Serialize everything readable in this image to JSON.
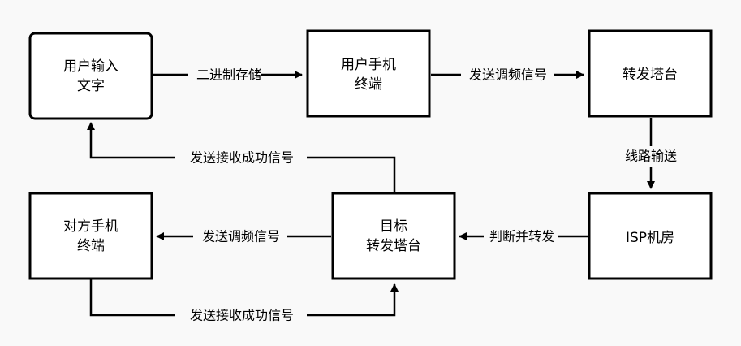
{
  "colors": {
    "background": "#f9f9f9",
    "stroke": "#000000",
    "fill": "#ffffff"
  },
  "nodes": {
    "user_input": {
      "lines": [
        "用户输入",
        "文字"
      ]
    },
    "user_phone": {
      "lines": [
        "用户手机",
        "终端"
      ]
    },
    "relay_tower": {
      "lines": [
        "转发塔台"
      ]
    },
    "isp": {
      "lines": [
        "ISP机房"
      ]
    },
    "target_tower": {
      "lines": [
        "目标",
        "转发塔台"
      ]
    },
    "peer_phone": {
      "lines": [
        "对方手机",
        "终端"
      ]
    }
  },
  "edges": {
    "binary_storage": "二进制存储",
    "send_fm_top": "发送调频信号",
    "line_send": "线路输送",
    "judge_forward": "判断并转发",
    "send_fm_bottom": "发送调频信号",
    "recv_success_upper": "发送接收成功信号",
    "recv_success_lower": "发送接收成功信号"
  }
}
